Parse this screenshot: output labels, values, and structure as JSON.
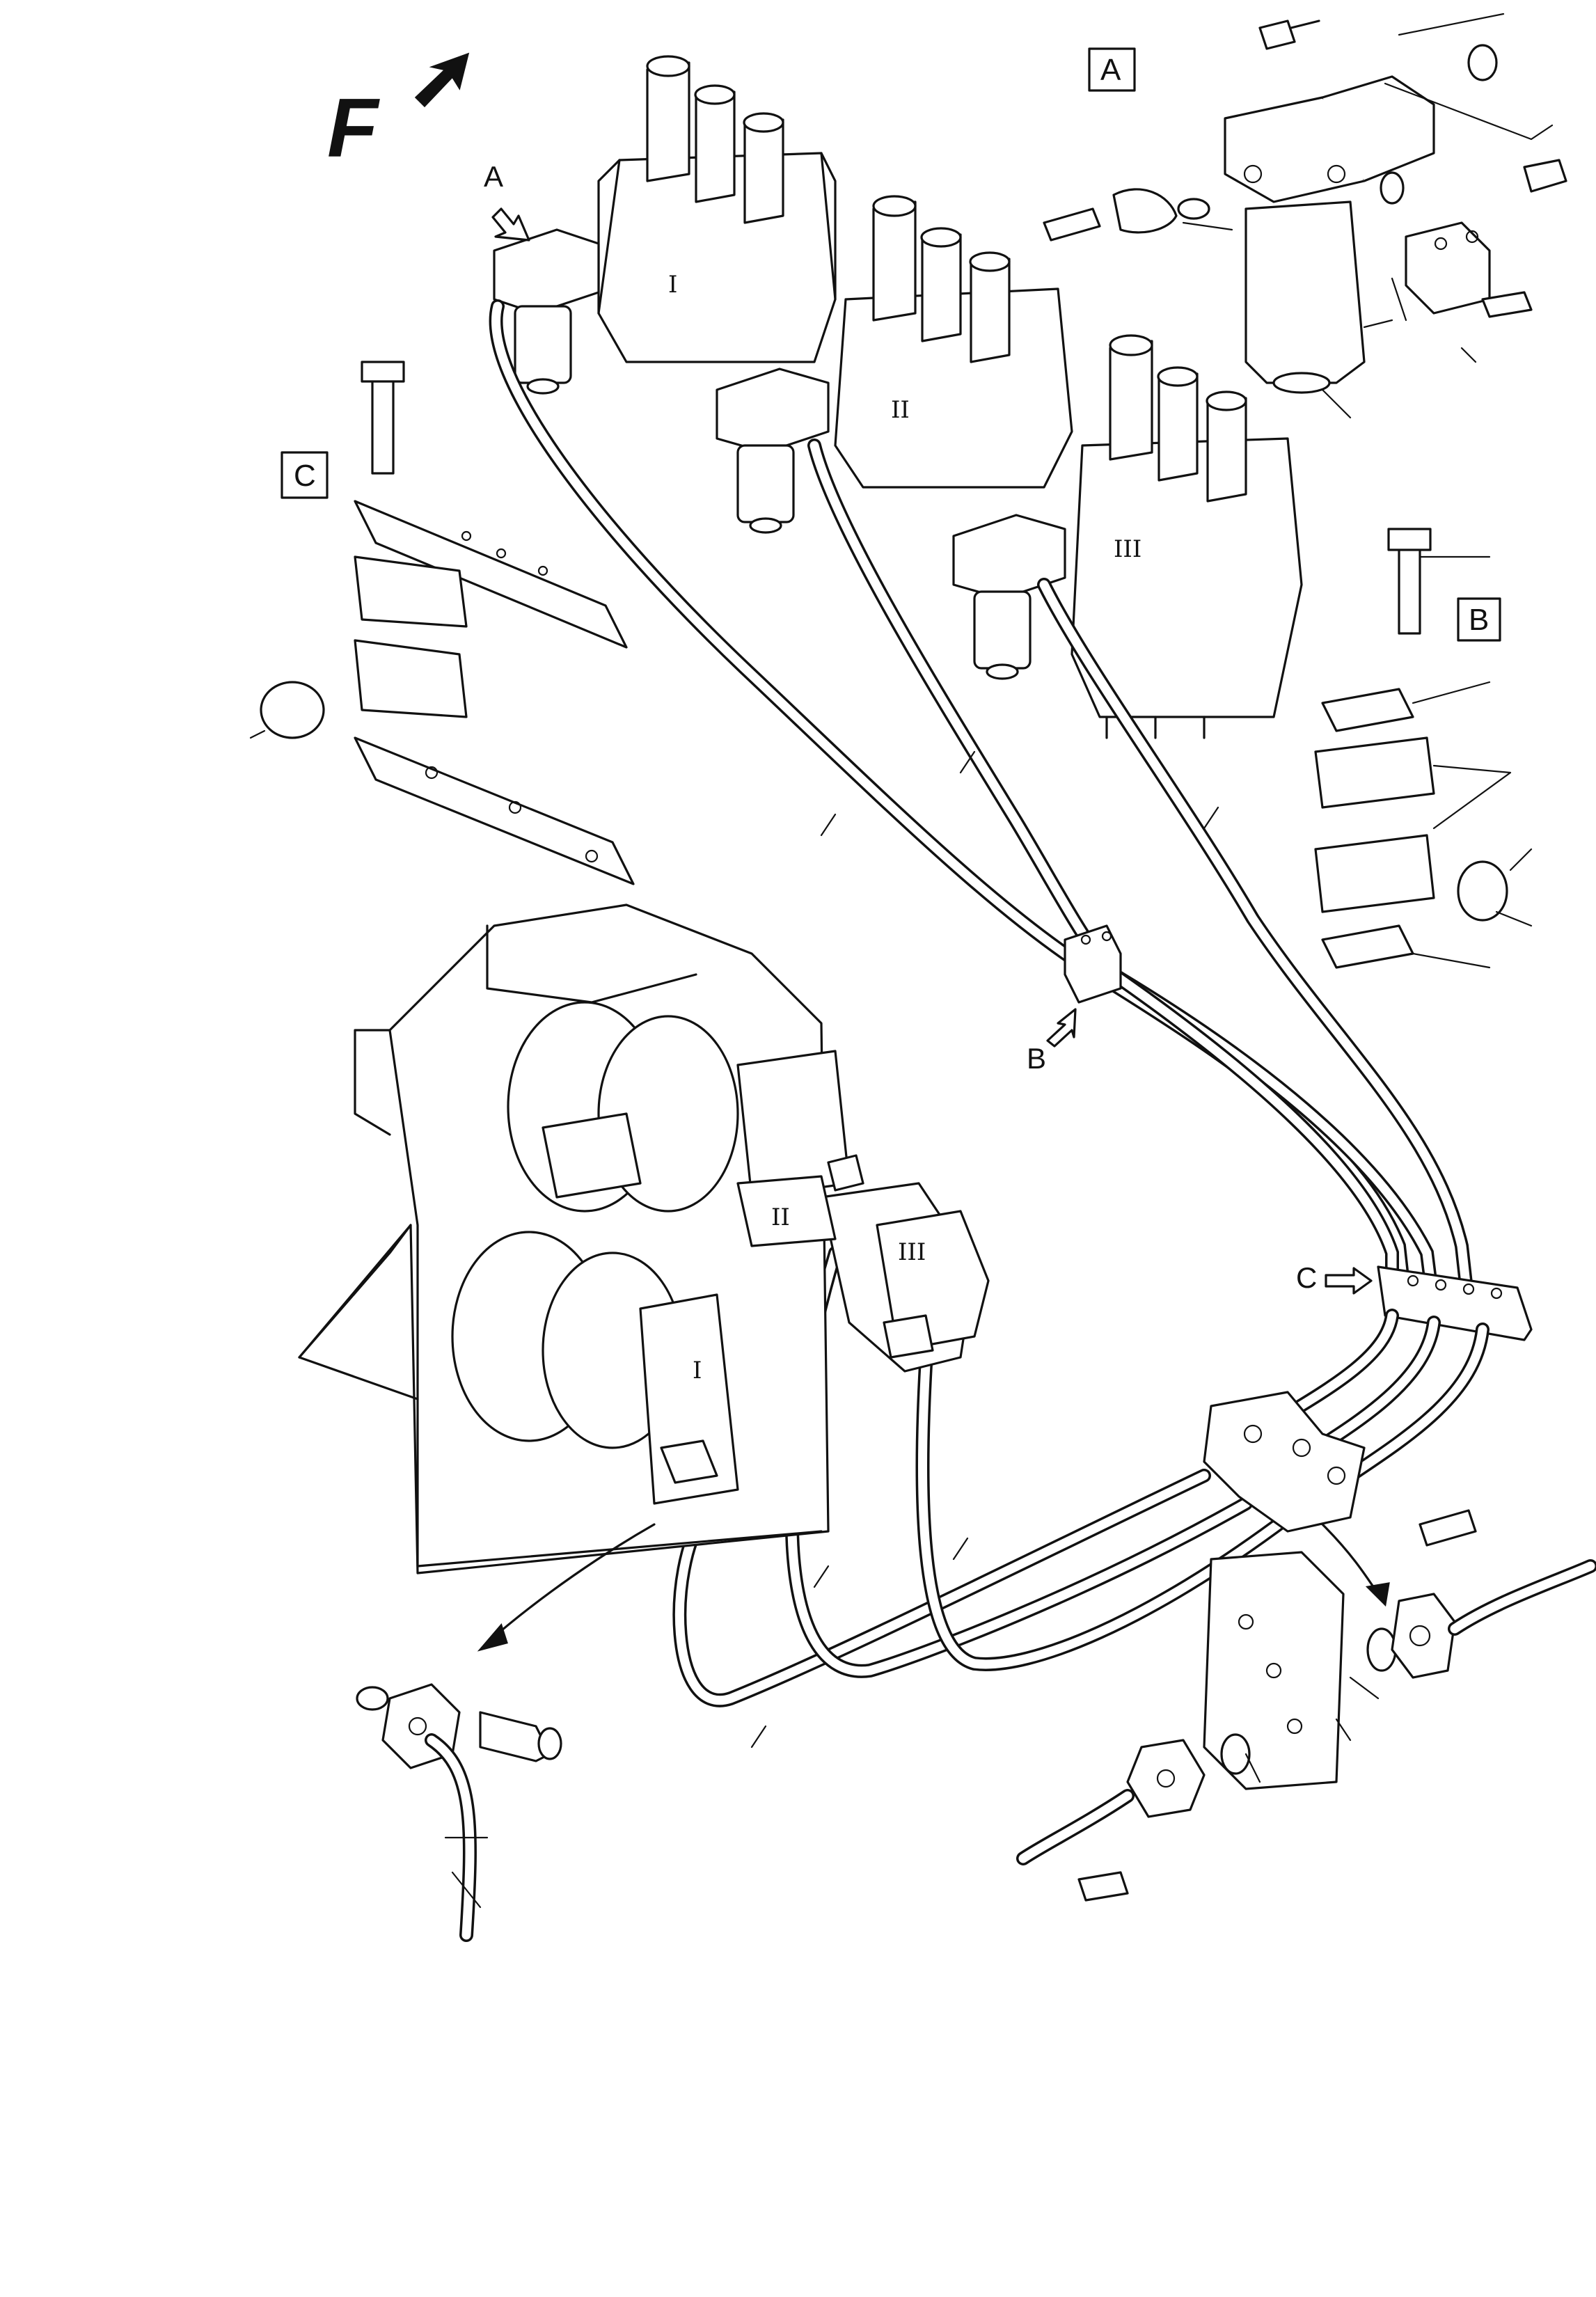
{
  "orientation": {
    "letter": "F"
  },
  "views": {
    "A": {
      "box_label": "A",
      "arrow_label": "A"
    },
    "B": {
      "box_label": "B",
      "arrow_label": "B"
    },
    "C": {
      "box_label": "C",
      "arrow_label": "C"
    }
  },
  "valve_banks": [
    {
      "label": "I"
    },
    {
      "label": "II"
    },
    {
      "label": "III"
    }
  ],
  "motors": [
    {
      "label": "I"
    },
    {
      "label": "II"
    },
    {
      "label": "III"
    }
  ],
  "icons": [
    "orientation-arrow-icon",
    "view-pointer-arrow-icon",
    "detail-arrow-icon"
  ]
}
